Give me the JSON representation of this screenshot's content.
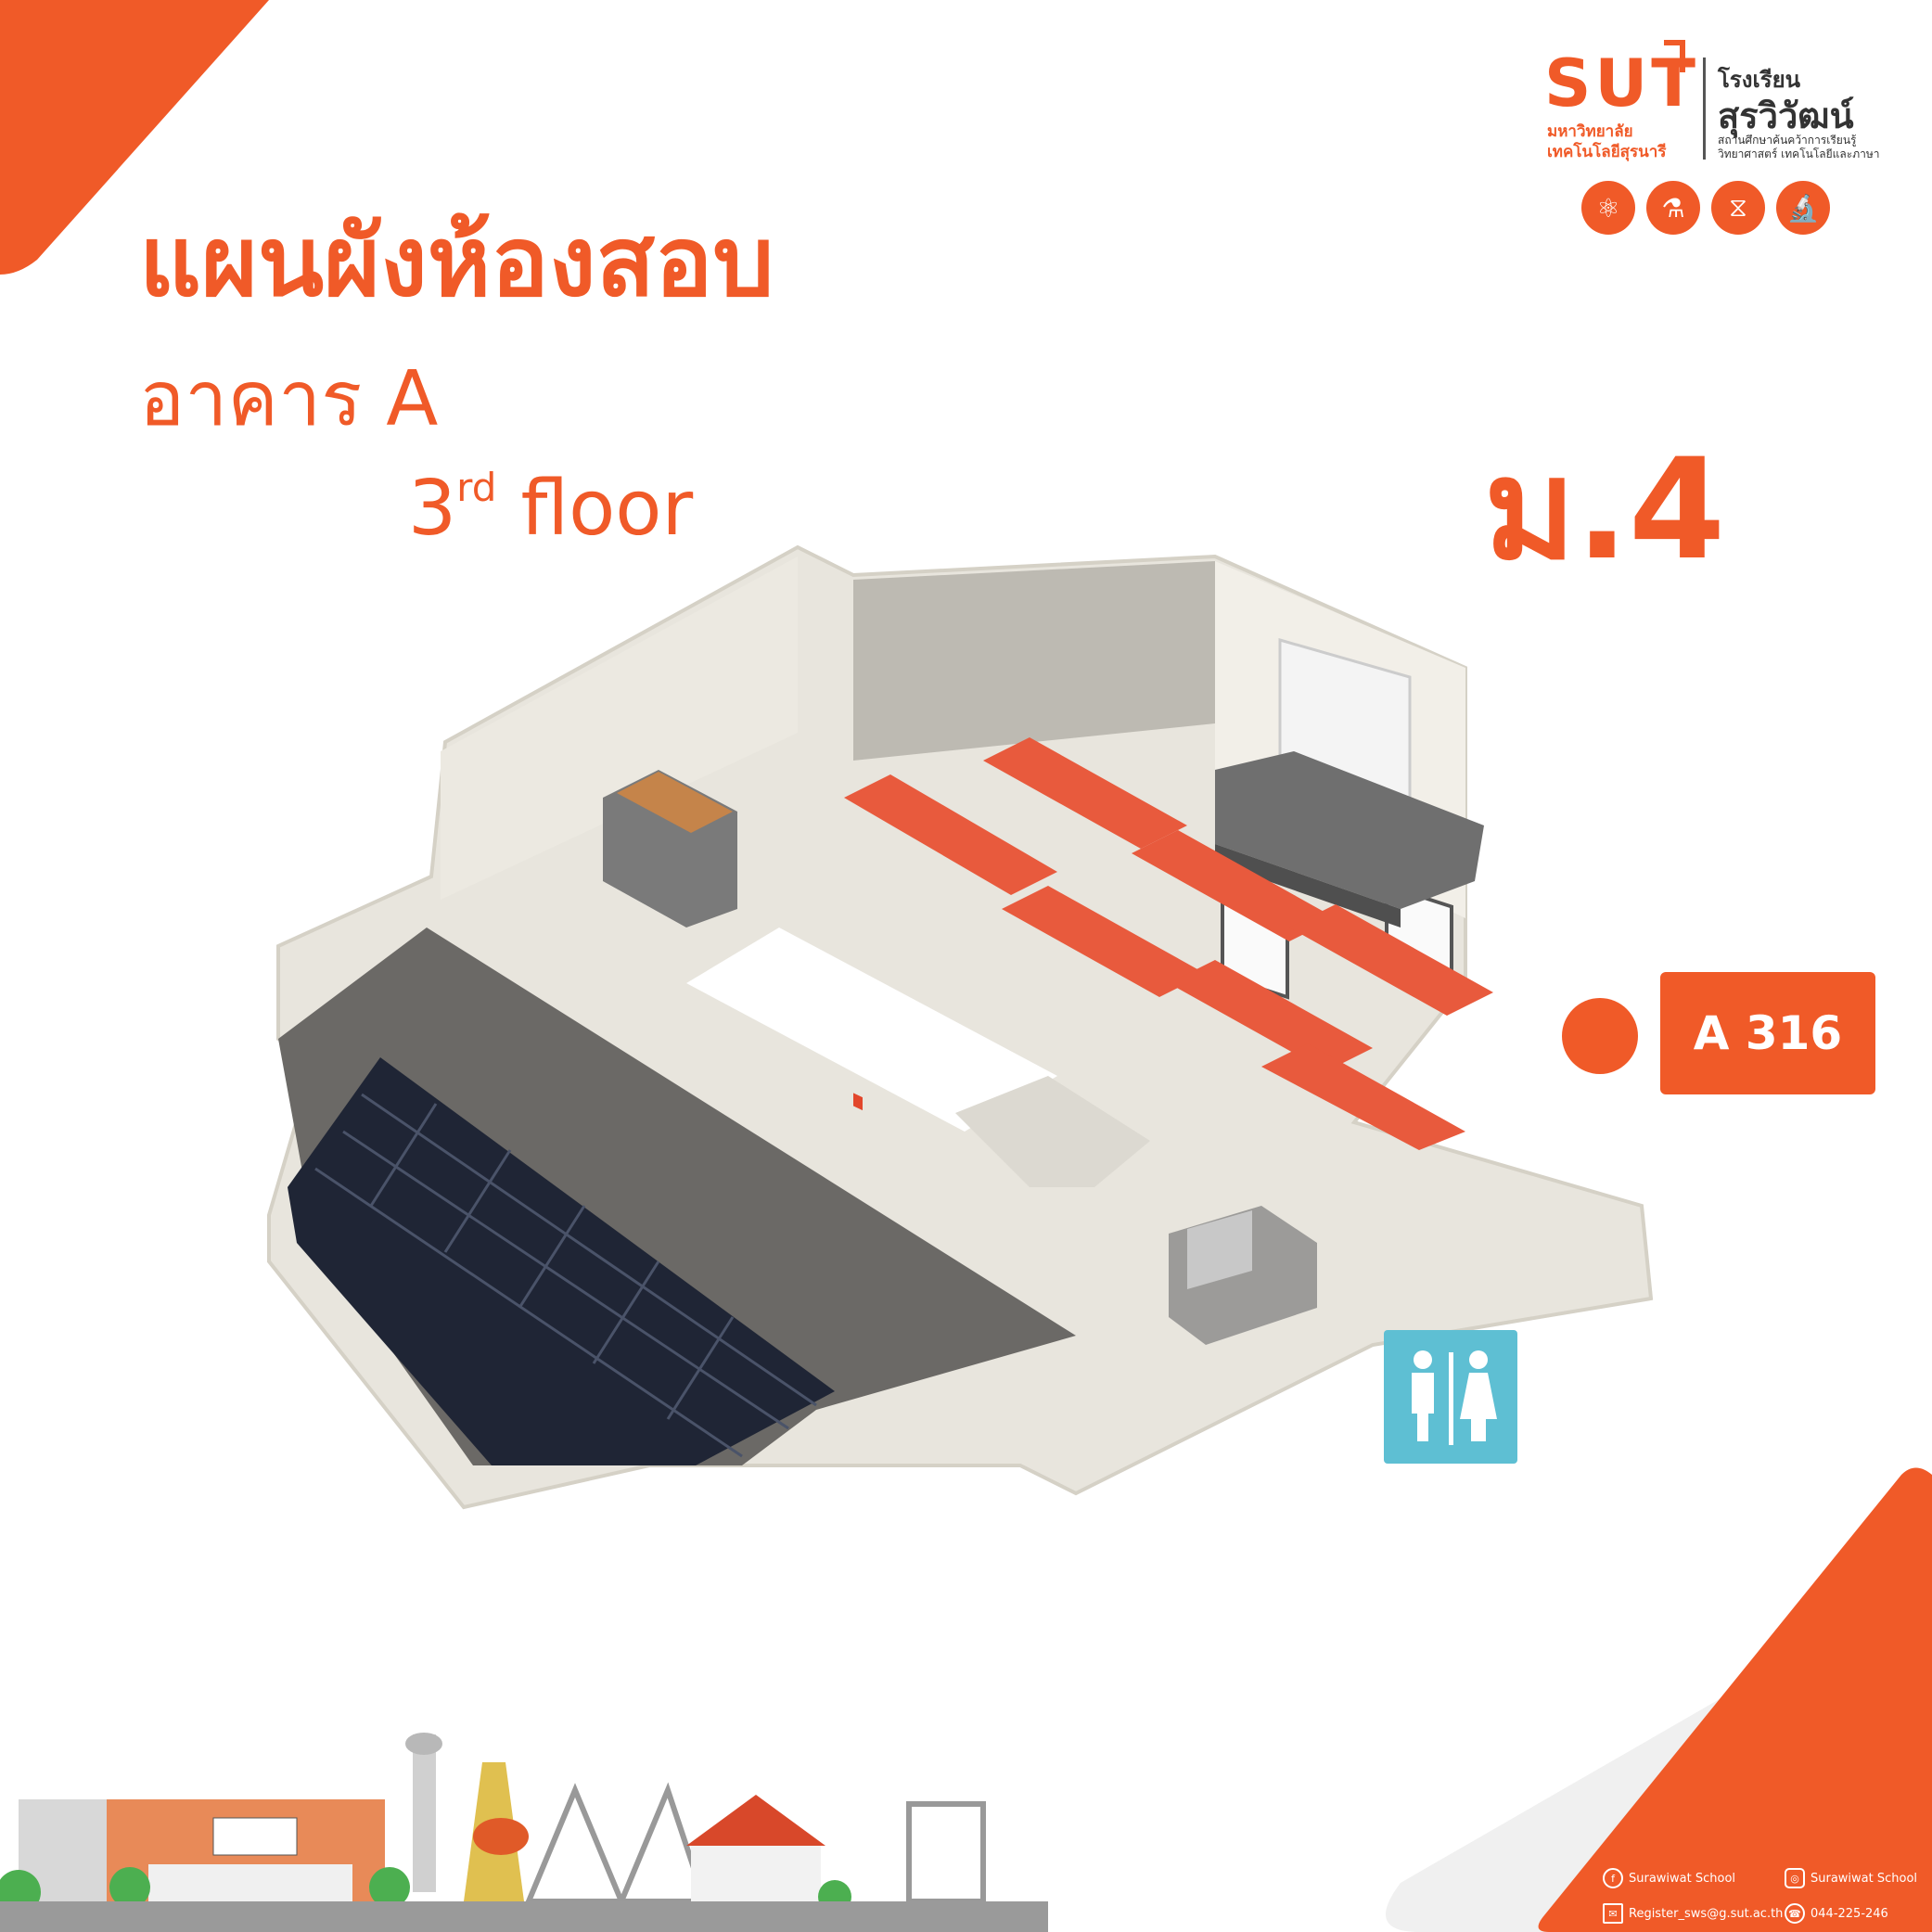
{
  "title": {
    "main": "แผนผังห้องสอบ",
    "building": "อาคาร A",
    "floor_number": "3",
    "floor_suffix": "rd",
    "floor_word": "floor"
  },
  "grade_level": "ม.4",
  "room": {
    "label": "A 316"
  },
  "logo": {
    "sut": "SUT",
    "sut_th_line1": "มหาวิทยาลัย",
    "sut_th_line2": "เทคโนโลยีสุรนารี",
    "school_line1": "โรงเรียน",
    "school_line2": "สุรวิวัฒน์",
    "school_line3": "สถานศึกษาค้นคว้าการเรียนรู้",
    "school_line4": "วิทยาศาสตร์ เทคโนโลยีและภาษา"
  },
  "subject_icons": [
    "atom-icon",
    "test-tubes-icon",
    "dna-icon",
    "microscope-icon"
  ],
  "footer": {
    "facebook": "Surawiwat School",
    "instagram": "Surawiwat School",
    "email": "Register_sws@g.sut.ac.th",
    "phone": "044-225-246"
  },
  "colors": {
    "accent": "#f05a28",
    "restroom": "#5ebfd3",
    "floor": "#e8e5dd",
    "seat": "#e2462b",
    "solar": "#1f2535"
  }
}
